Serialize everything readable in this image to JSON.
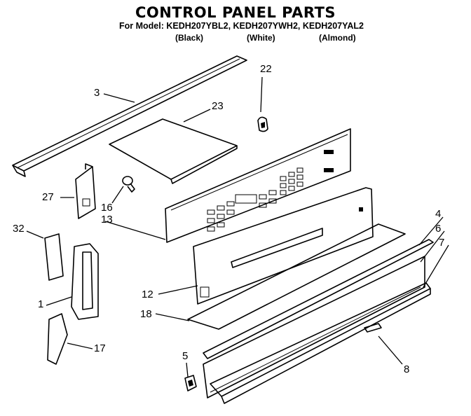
{
  "title": "CONTROL PANEL PARTS",
  "model_line": "For Model: KEDH207YBL2, KEDH207YWH2, KEDH207YAL2",
  "variants": [
    "(Black)",
    "(White)",
    "(Almond)"
  ],
  "part_numbers": [
    "22",
    "3",
    "23",
    "27",
    "16",
    "13",
    "4",
    "6",
    "7",
    "32",
    "12",
    "1",
    "18",
    "17",
    "5",
    "8"
  ]
}
